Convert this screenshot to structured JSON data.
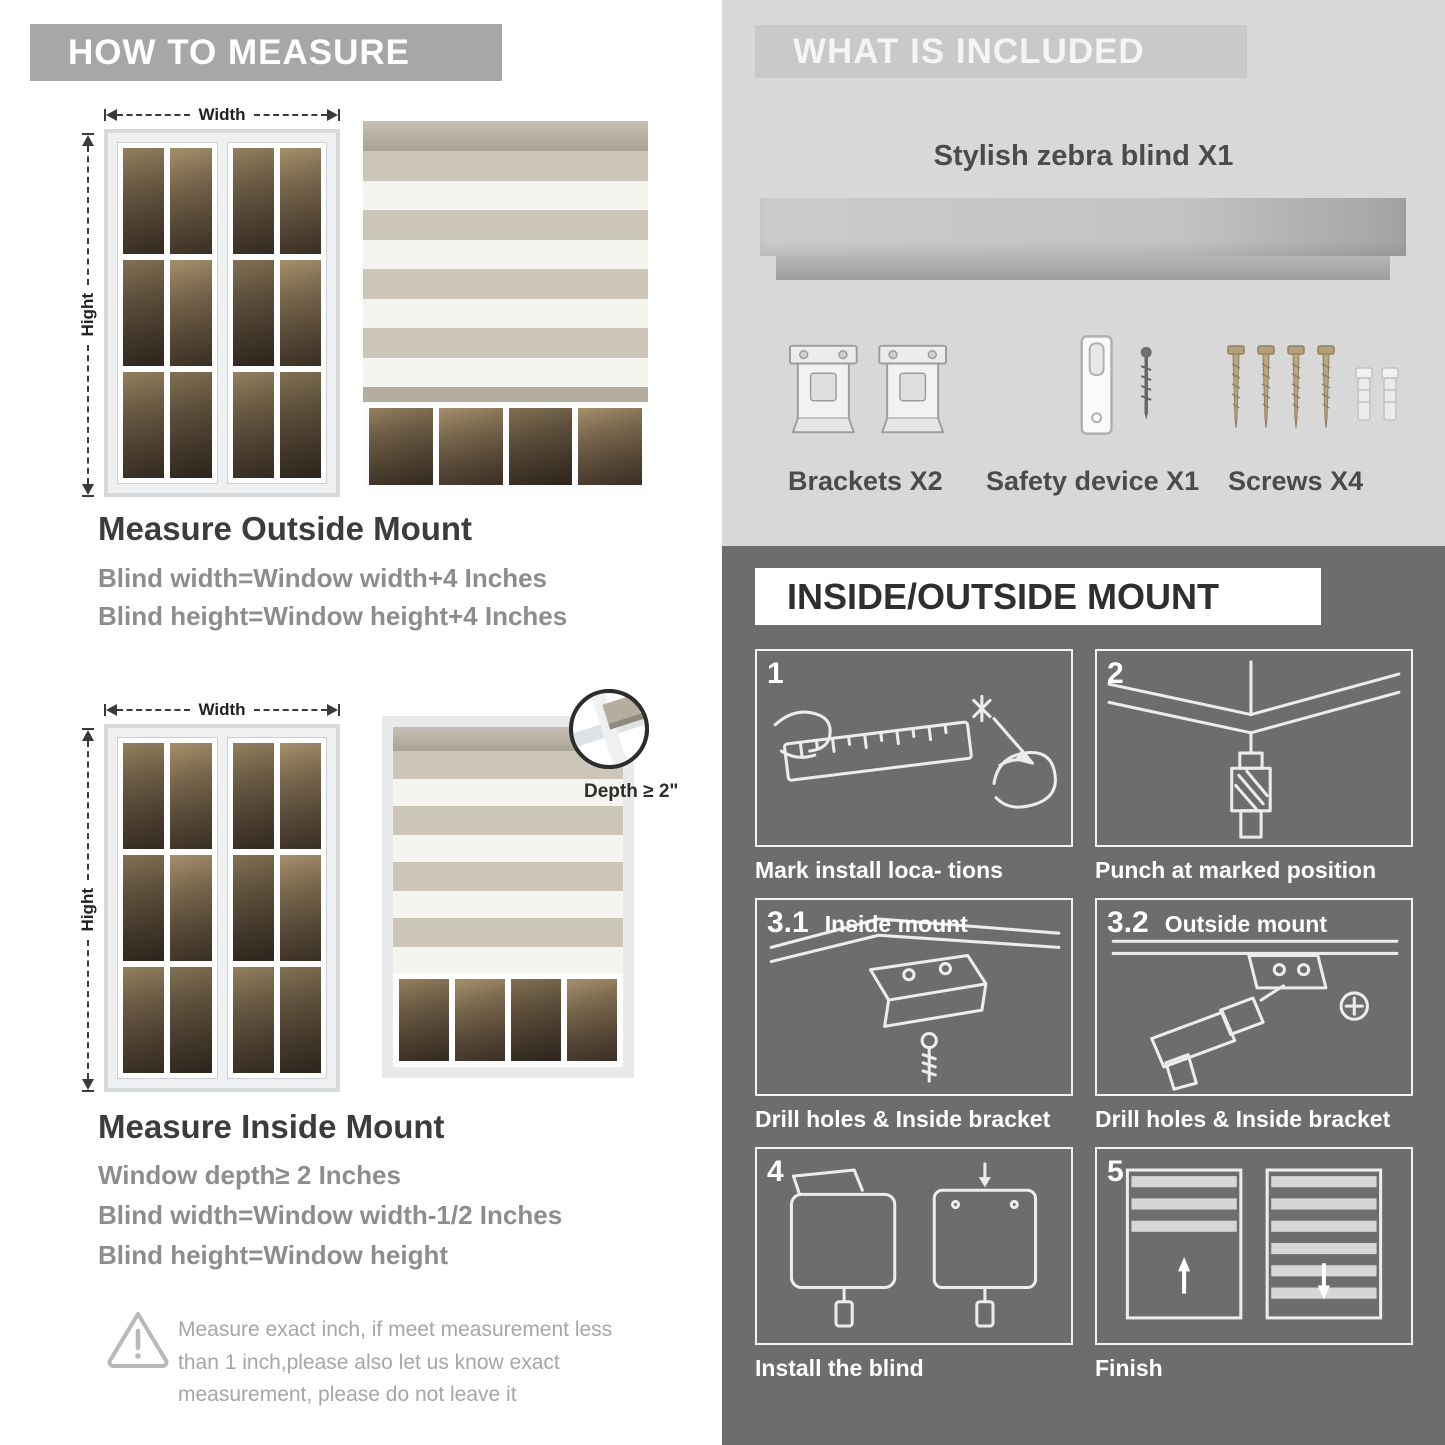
{
  "colors": {
    "left_banner_bg": "#a7a7a7",
    "right_top_bg": "#d8d8d8",
    "right_banner_bg": "#c9c9c9",
    "dark_section_bg": "#6d6d6d",
    "title_text": "#3c3c3c",
    "body_text": "#8d8d8d",
    "stripe_gray": "#ccc6b9",
    "stripe_white": "#f6f4ef"
  },
  "left": {
    "header": "HOW TO MEASURE",
    "outside": {
      "width_label": "Width",
      "height_label": "Hight",
      "title": "Measure Outside Mount",
      "line1": "Blind width=Window width+4 Inches",
      "line2": "Blind height=Window height+4 Inches"
    },
    "inside": {
      "width_label": "Width",
      "height_label": "Hight",
      "depth_label": "Depth ≥ 2\"",
      "title": "Measure Inside Mount",
      "line1": "Window depth≥ 2 Inches",
      "line2": "Blind width=Window width-1/2 Inches",
      "line3": "Blind height=Window height"
    },
    "warning_text": "Measure exact inch, if meet measurement less than 1 inch,please also let us know exact measurement, please do not leave it"
  },
  "right": {
    "included": {
      "header": "WHAT IS INCLUDED",
      "blind_label": "Stylish zebra blind X1",
      "items": [
        {
          "label": "Brackets X2"
        },
        {
          "label": "Safety device X1"
        },
        {
          "label": "Screws X4"
        }
      ]
    },
    "mount": {
      "header": "INSIDE/OUTSIDE MOUNT",
      "steps": [
        {
          "num": "1",
          "title": "",
          "caption": "Mark install loca- tions"
        },
        {
          "num": "2",
          "title": "",
          "caption": "Punch at marked position"
        },
        {
          "num": "3.1",
          "title": "Inside mount",
          "caption": "Drill holes & Inside bracket"
        },
        {
          "num": "3.2",
          "title": "Outside mount",
          "caption": "Drill holes & Inside bracket"
        },
        {
          "num": "4",
          "title": "",
          "caption": "Install the blind"
        },
        {
          "num": "5",
          "title": "",
          "caption": "Finish"
        }
      ]
    }
  }
}
